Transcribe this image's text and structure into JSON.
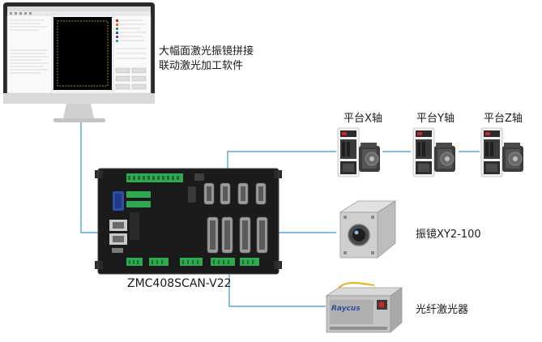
{
  "software": {
    "line1": "大幅面激光振镜拼接",
    "line2": "联动激光加工软件"
  },
  "controller": {
    "model": "ZMC408SCAN-V22"
  },
  "axes": [
    {
      "label": "平台X轴"
    },
    {
      "label": "平台Y轴"
    },
    {
      "label": "平台Z轴"
    }
  ],
  "galvo": {
    "label": "振镜XY2-100"
  },
  "laser": {
    "label": "光纤激光器",
    "brand": "Raycus"
  },
  "colors": {
    "connector_line": "#5aa6d6",
    "controller_body": "#1e1e1e",
    "terminal_green": "#2fa84f",
    "monitor_frame": "#2b2b2b"
  }
}
